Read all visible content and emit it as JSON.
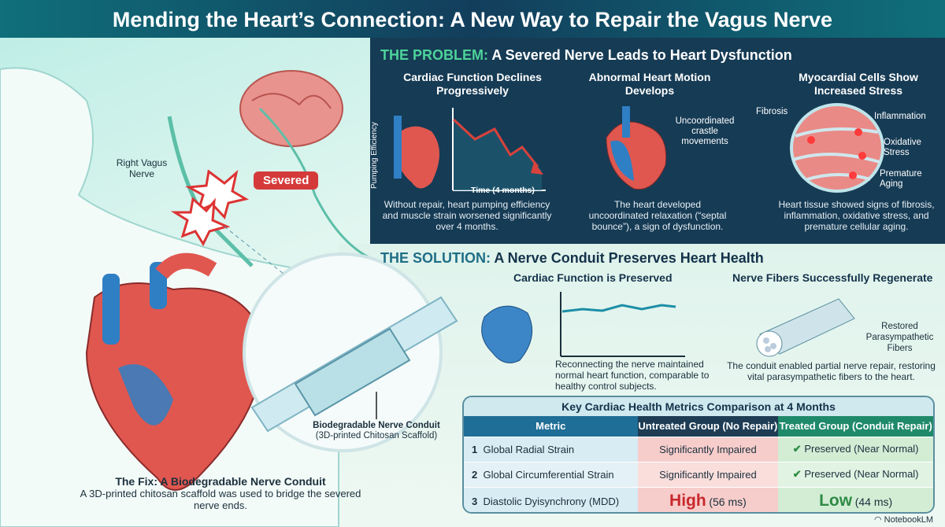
{
  "title": "Mending the Heart’s Connection: A New Way to Repair the Vagus Nerve",
  "left": {
    "nerve_label": "Right Vagus\nNerve",
    "severed_badge": "Severed",
    "conduit_label": "Biodegradable Nerve Conduit",
    "conduit_sublabel": "(3D-printed Chitosan Scaffold)",
    "fix_title": "The Fix: A Biodegradable Nerve Conduit",
    "fix_text": "A 3D-printed chitosan scaffold was used to bridge the severed nerve ends."
  },
  "problem": {
    "heading_key": "THE PROBLEM:",
    "heading_rest": " A Severed Nerve Leads to Heart Dysfunction",
    "panels": [
      {
        "title": "Cardiac Function Declines Progressively",
        "y_label": "Pumping Efficiency",
        "x_label": "Time (4 months)",
        "caption": "Without repair, heart pumping efficiency and muscle strain worsened significantly over 4 months."
      },
      {
        "title": "Abnormal Heart Motion Develops",
        "annotation": "Uncoordinated crastle movements",
        "caption": "The heart developed uncoordinated relaxation (“septal bounce”), a sign of dysfunction."
      },
      {
        "title": "Myocardial Cells Show Increased Stress",
        "labels": [
          "Fibrosis",
          "Inflammation",
          "Oxidative Stress",
          "Premature Aging"
        ],
        "caption": "Heart tissue showed signs of fibrosis, inflammation, oxidative stress, and premature cellular aging."
      }
    ]
  },
  "solution": {
    "heading_key": "THE SOLUTION:",
    "heading_rest": " A Nerve Conduit Preserves Heart Health",
    "panels": [
      {
        "title": "Cardiac Function is Preserved",
        "caption": "Reconnecting the nerve maintained normal heart function, comparable to healthy control subjects."
      },
      {
        "title": "Nerve Fibers Successfully Regenerate",
        "annotation": "Restored Parasympathetic Fibers",
        "caption": "The conduit enabled partial nerve repair, restoring vital parasympathetic fibers to the heart."
      }
    ]
  },
  "table": {
    "title": "Key Cardiac Health Metrics Comparison at 4 Months",
    "headers": [
      "Metric",
      "Untreated Group (No Repair)",
      "Treated Group (Conduit Repair)"
    ],
    "rows": [
      {
        "num": "1",
        "metric": "Global Radial Strain",
        "untreated": "Significantly Impaired",
        "treated": "Preserved (Near Normal)"
      },
      {
        "num": "2",
        "metric": "Global Circumferential Strain",
        "untreated": "Significantly Impaired",
        "treated": "Preserved (Near Normal)"
      },
      {
        "num": "3",
        "metric": "Diastolic Dyisynchrony (MDD)",
        "untreated_big": "High",
        "untreated": "(56 ms)",
        "treated_big": "Low",
        "treated": "(44 ms)"
      }
    ]
  },
  "colors": {
    "red": "#c8282c",
    "green": "#2e8b45",
    "navy": "#163b55",
    "teal": "#0f6f7a"
  },
  "footer": "NotebookLM"
}
